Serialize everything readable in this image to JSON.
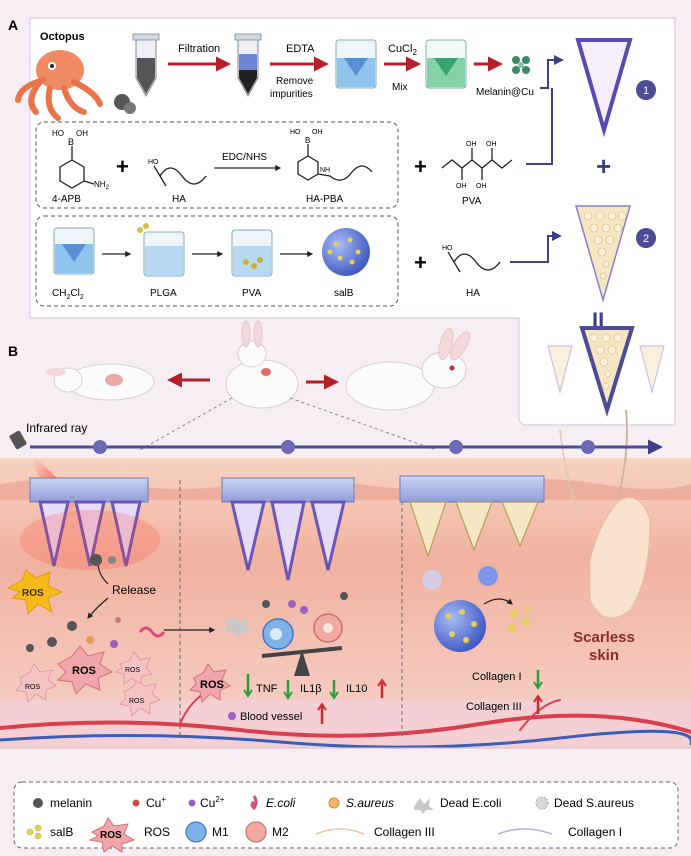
{
  "panel_a": {
    "letter": "A",
    "octopus": "Octopus",
    "filtration": "Filtration",
    "edta": "EDTA",
    "remove_impurities": "Remove impurities",
    "cucl2": "CuCl",
    "cucl2_sub": "2",
    "mix": "Mix",
    "melanin_cu": "Melanin@Cu",
    "step1": "1",
    "step2": "2",
    "boh_b": "B",
    "boh_oh_left": "HO",
    "boh_oh_right": "OH",
    "nh2": "NH",
    "nh2_sub": "2",
    "apb": "4-APB",
    "ha": "HA",
    "edc_nhs": "EDC/NHS",
    "ha_pba": "HA-PBA",
    "nh": "NH",
    "pva_label": "PVA",
    "pva_oh": "OH",
    "ch2cl2_a": "CH",
    "ch2cl2_b": "Cl",
    "ch2cl2_sub": "2",
    "plga": "PLGA",
    "pva": "PVA",
    "salb": "salB",
    "ha2": "HA",
    "plus": "+",
    "equals": "II"
  },
  "panel_b": {
    "letter": "B",
    "infrared": "Infrared ray",
    "ros": "ROS",
    "release": "Release",
    "tnf": "TNF",
    "il1b": "IL1β",
    "il10": "IL10",
    "blood_vessel": "Blood vessel",
    "collagen1": "Collagen I",
    "collagen3": "Collagen III",
    "scarless": "Scarless",
    "skin": "skin"
  },
  "legend": {
    "melanin": "melanin",
    "cu_plus": "Cu",
    "cu_plus_sup": "+",
    "cu2_plus": "Cu",
    "cu2_plus_sup": "2+",
    "ecoli": "E.coli",
    "saureus": "S.aureus",
    "dead_ecoli": "Dead E.coli",
    "dead_saureus": "Dead S.aureus",
    "salb": "salB",
    "ros_badge": "ROS",
    "ros": "ROS",
    "m1": "M1",
    "m2": "M2",
    "collagen3": "Collagen III",
    "collagen1": "Collagen I"
  },
  "colors": {
    "arrow_red": "#b3202a",
    "navy": "#3f3f86",
    "ros_yellow": "#f5b91a",
    "ros_pink": "#f0a6ab",
    "skin_pink": "#f3b7a5",
    "down_green": "#2e9a3a",
    "up_red": "#cf2a2a"
  }
}
